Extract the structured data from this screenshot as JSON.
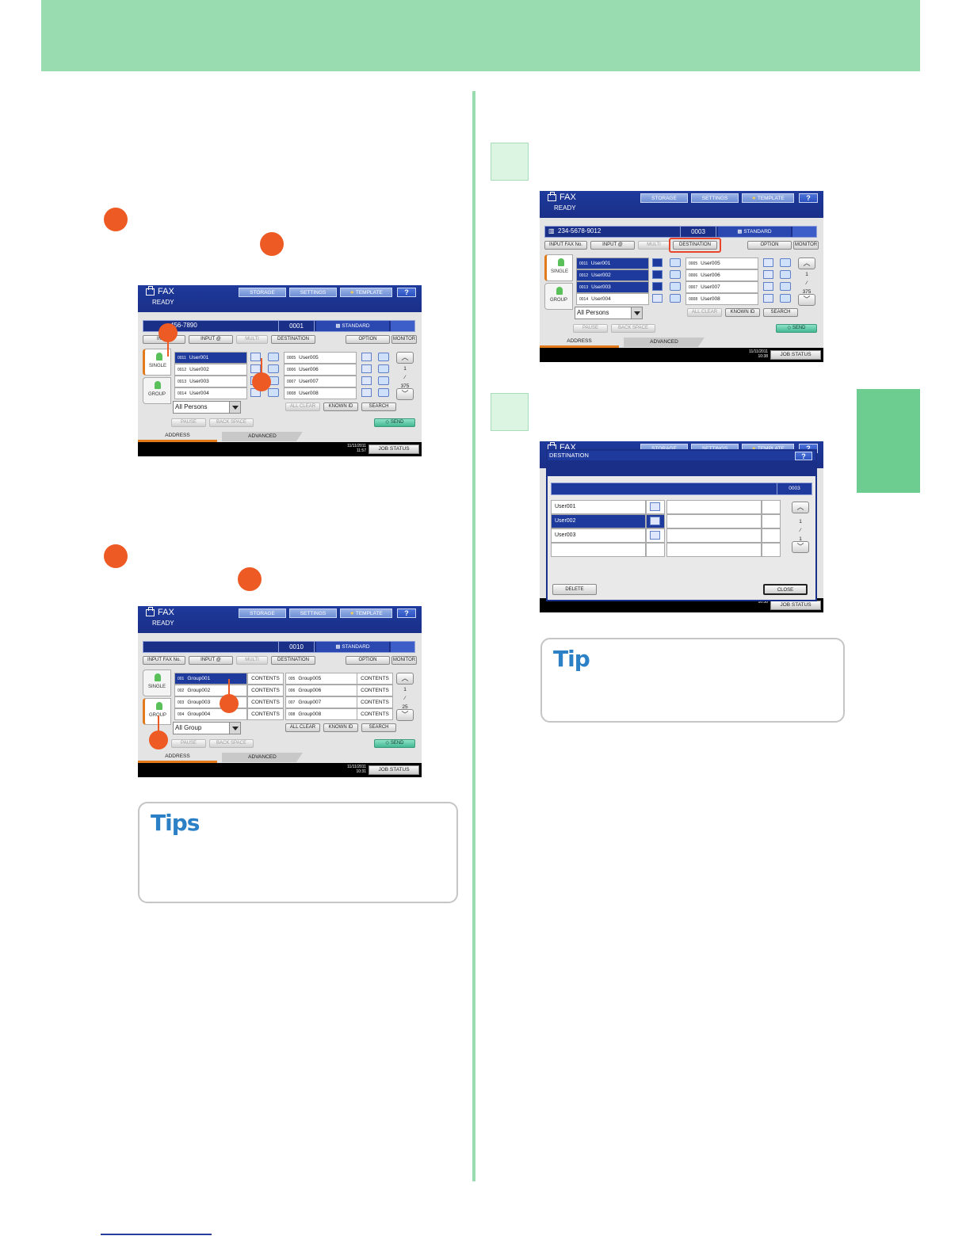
{
  "panels": {
    "common": {
      "fax": "FAX",
      "ready": "READY",
      "storage": "STORAGE",
      "settings": "SETTINGS",
      "template": "TEMPLATE",
      "help": "?",
      "standard": "STANDARD",
      "input_fax": "INPUT FAX No.",
      "input_at": "INPUT @",
      "multi": "MULTI",
      "destination": "DESTINATION",
      "option": "OPTION",
      "monitor": "MONITOR",
      "single": "SINGLE",
      "group": "GROUP",
      "all_clear": "ALL CLEAR",
      "known_id": "KNOWN ID",
      "search": "SEARCH",
      "pause": "PAUSE",
      "back_space": "BACK SPACE",
      "send": "SEND",
      "address": "ADDRESS",
      "advanced": "ADVANCED",
      "job_status": "JOB STATUS"
    },
    "p1": {
      "number": "456-7890",
      "input_partial": "INPUT",
      "count": "0001",
      "date": "11/11/2011",
      "time": "11:57",
      "page_current": "1",
      "page_total": "375",
      "filter": "All Persons",
      "rows_left": [
        {
          "num": "0011",
          "name": "User001"
        },
        {
          "num": "0012",
          "name": "User002"
        },
        {
          "num": "0013",
          "name": "User003"
        },
        {
          "num": "0014",
          "name": "User004"
        }
      ],
      "rows_right": [
        {
          "num": "0005",
          "name": "User005"
        },
        {
          "num": "0006",
          "name": "User006"
        },
        {
          "num": "0007",
          "name": "User007"
        },
        {
          "num": "0008",
          "name": "User008"
        }
      ]
    },
    "p2": {
      "count": "0010",
      "date": "11/11/2011",
      "time": "10:31",
      "page_current": "1",
      "page_total": "25",
      "filter": "All Group",
      "contents": "CONTENTS",
      "rows_left": [
        {
          "num": "001",
          "name": "Group001"
        },
        {
          "num": "002",
          "name": "Group002"
        },
        {
          "num": "003",
          "name": "Group003"
        },
        {
          "num": "004",
          "name": "Group004"
        }
      ],
      "rows_right": [
        {
          "num": "005",
          "name": "Group005"
        },
        {
          "num": "006",
          "name": "Group006"
        },
        {
          "num": "007",
          "name": "Group007"
        },
        {
          "num": "008",
          "name": "Group008"
        }
      ]
    },
    "p3": {
      "number": "234-5678-9012",
      "count": "0003",
      "date": "11/11/2011",
      "time": "10:38",
      "page_current": "1",
      "page_total": "375",
      "filter": "All Persons",
      "rows_left": [
        {
          "num": "0011",
          "name": "User001"
        },
        {
          "num": "0012",
          "name": "User002"
        },
        {
          "num": "0013",
          "name": "User003"
        },
        {
          "num": "0014",
          "name": "User004"
        }
      ],
      "rows_right": [
        {
          "num": "0005",
          "name": "User005"
        },
        {
          "num": "0006",
          "name": "User006"
        },
        {
          "num": "0007",
          "name": "User007"
        },
        {
          "num": "0008",
          "name": "User008"
        }
      ]
    },
    "p4": {
      "popup_title": "DESTINATION",
      "count": "0003",
      "page_current": "1",
      "page_total": "1",
      "rows": [
        "User001",
        "User002",
        "User003"
      ],
      "delete": "DELETE",
      "close": "CLOSE",
      "time": "10:38"
    }
  },
  "tips": {
    "left_title": "Tips",
    "right_title": "Tip"
  }
}
